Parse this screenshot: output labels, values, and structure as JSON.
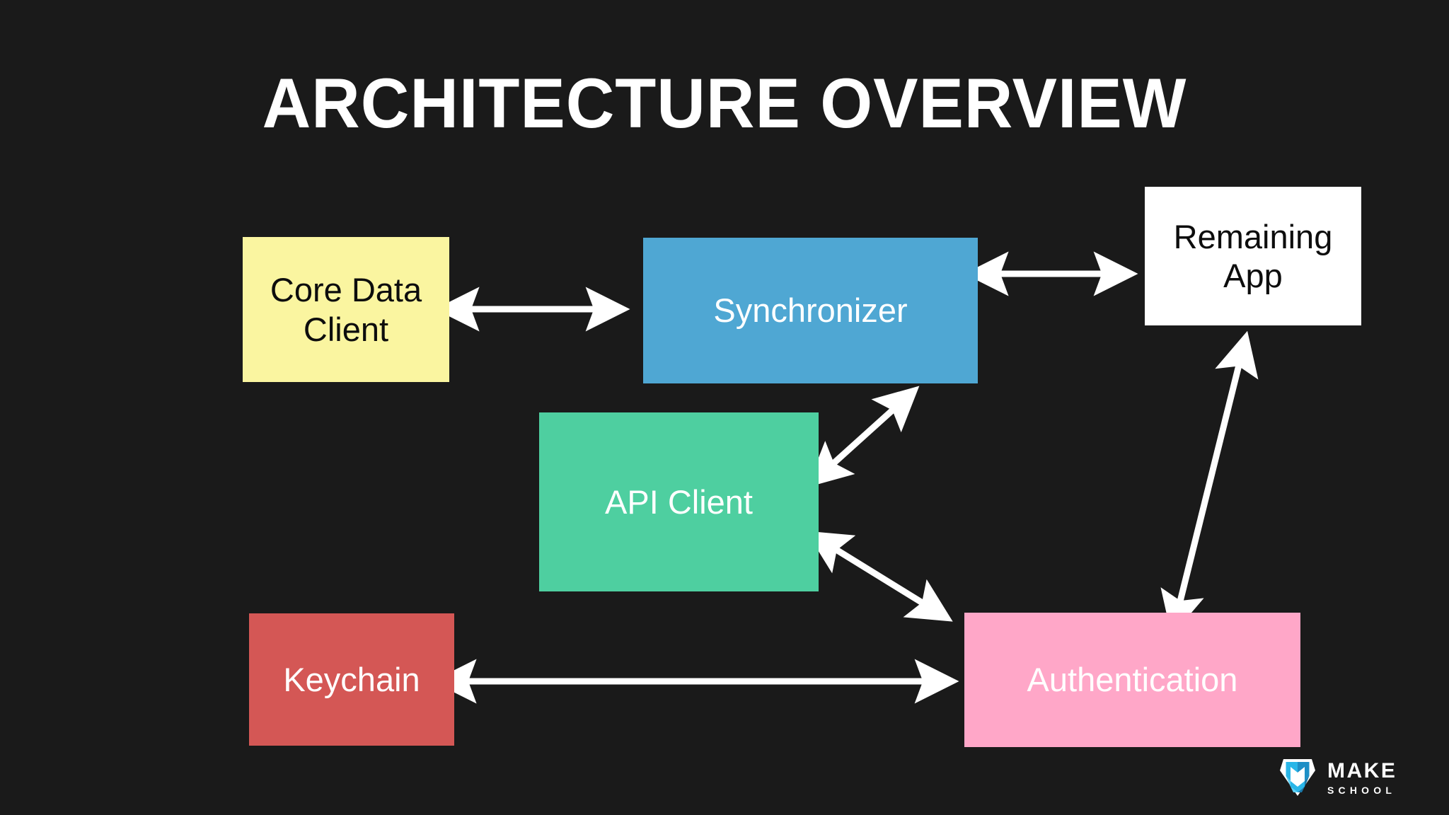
{
  "slide": {
    "title": "ARCHITECTURE OVERVIEW",
    "background_color": "#1a1a1a",
    "title_color": "#ffffff"
  },
  "diagram": {
    "nodes": [
      {
        "id": "core-data-client",
        "label": "Core Data Client",
        "fill": "#FAF5A0",
        "text_color": "#0d0d0d"
      },
      {
        "id": "synchronizer",
        "label": "Synchronizer",
        "fill": "#4FA7D3",
        "text_color": "#ffffff"
      },
      {
        "id": "remaining-app",
        "label": "Remaining App",
        "fill": "#ffffff",
        "text_color": "#0d0d0d"
      },
      {
        "id": "api-client",
        "label": "API Client",
        "fill": "#4ECFA0",
        "text_color": "#ffffff"
      },
      {
        "id": "keychain",
        "label": "Keychain",
        "fill": "#D45755",
        "text_color": "#ffffff"
      },
      {
        "id": "authentication",
        "label": "Authentication",
        "fill": "#FFA7C8",
        "text_color": "#ffffff"
      }
    ],
    "connections": [
      {
        "id": "core-data-client--synchronizer",
        "from": "core-data-client",
        "to": "synchronizer",
        "style": "double-arrow",
        "color": "#ffffff"
      },
      {
        "id": "synchronizer--remaining-app",
        "from": "synchronizer",
        "to": "remaining-app",
        "style": "double-arrow",
        "color": "#ffffff"
      },
      {
        "id": "synchronizer--api-client",
        "from": "synchronizer",
        "to": "api-client",
        "style": "double-arrow",
        "color": "#ffffff"
      },
      {
        "id": "api-client--authentication",
        "from": "api-client",
        "to": "authentication",
        "style": "double-arrow",
        "color": "#ffffff"
      },
      {
        "id": "keychain--authentication",
        "from": "keychain",
        "to": "authentication",
        "style": "double-arrow",
        "color": "#ffffff"
      },
      {
        "id": "authentication--remaining-app",
        "from": "authentication",
        "to": "remaining-app",
        "style": "double-arrow",
        "color": "#ffffff"
      }
    ]
  },
  "logo": {
    "primary_text": "MAKE",
    "secondary_text": "SCHOOL",
    "diamond_colors": [
      "#29B6E8",
      "#1E8FC6",
      "#5FD0F5",
      "#1877A8"
    ]
  }
}
